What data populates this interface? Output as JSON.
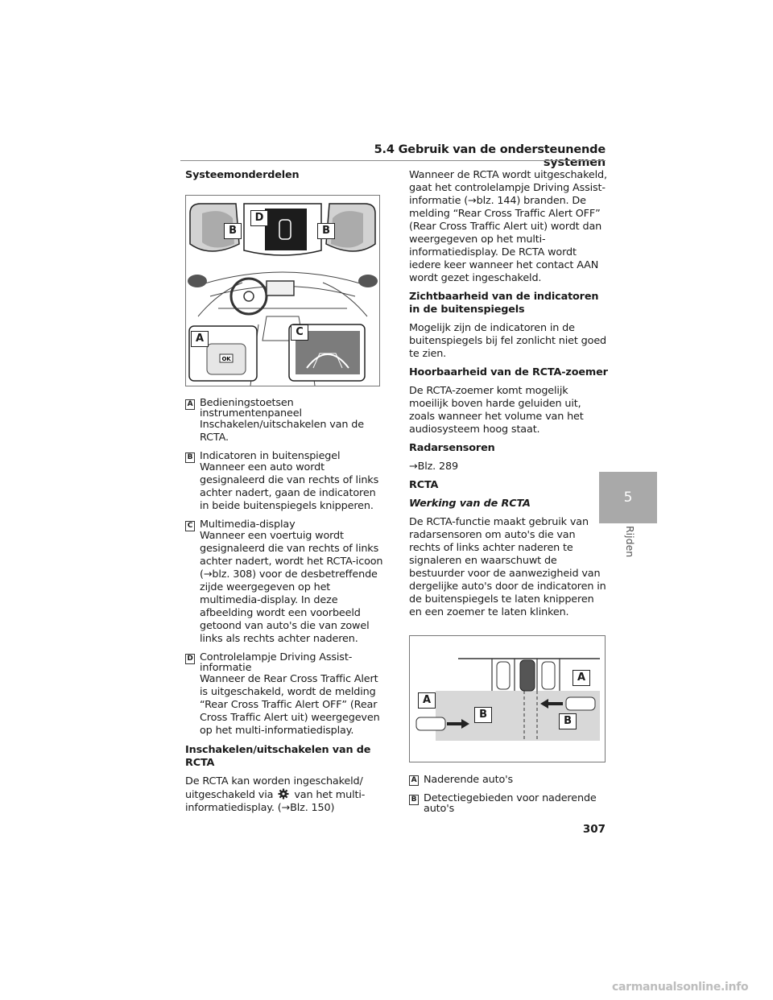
{
  "header": {
    "title": "5.4  Gebruik van de ondersteunende systemen"
  },
  "left": {
    "heading1": "Systeemonderdelen",
    "figure1": {
      "labels": [
        "A",
        "B",
        "B",
        "C",
        "D"
      ]
    },
    "items": [
      {
        "key": "A",
        "title": "Bedieningstoetsen instrumentenpaneel",
        "body": "Inschakelen/uitschakelen van de RCTA."
      },
      {
        "key": "B",
        "title": "Indicatoren in buitenspiegel",
        "body": "Wanneer een auto wordt gesignaleerd die van rechts of links achter nadert, gaan de indicatoren in beide buitenspiegels knipperen."
      },
      {
        "key": "C",
        "title": "Multimedia-display",
        "body": "Wanneer een voertuig wordt gesignaleerd die van rechts of links achter nadert, wordt het RCTA-icoon (→blz. 308) voor de desbetreffende zijde weergegeven op het multimedia-display. In deze afbeelding wordt een voorbeeld getoond van auto's die van zowel links als rechts achter naderen."
      },
      {
        "key": "D",
        "title": "Controlelampje Driving Assist-informatie",
        "body": "Wanneer de Rear Cross Traffic Alert is uitgeschakeld, wordt de melding “Rear Cross Traffic Alert OFF” (Rear Cross Traffic Alert uit) weergegeven op het multi-informatiedisplay."
      }
    ],
    "heading2": "Inschakelen/uitschakelen van de RCTA",
    "para_before": "De RCTA kan worden ingeschakeld/ uitgeschakeld via",
    "para_after": "van het multi-informatiedisplay. (→Blz. 150)"
  },
  "right": {
    "p1": "Wanneer de RCTA wordt uitgeschakeld, gaat het controlelampje Driving Assist-informatie (→blz. 144) branden. De melding “Rear Cross Traffic Alert OFF” (Rear Cross Traffic Alert uit) wordt dan weergegeven op het multi-informatiedisplay. De RCTA wordt iedere keer wanneer het contact AAN wordt gezet ingeschakeld.",
    "h1": "Zichtbaarheid van de indicatoren in de buitenspiegels",
    "p2": "Mogelijk zijn de indicatoren in de buitenspiegels bij fel zonlicht niet goed te zien.",
    "h2": "Hoorbaarheid van de RCTA-zoemer",
    "p3": "De RCTA-zoemer komt mogelijk moeilijk boven harde geluiden uit, zoals wanneer het volume van het audiosysteem hoog staat.",
    "h3": "Radarsensoren",
    "p4": "→Blz. 289",
    "h4": "RCTA",
    "h5": "Werking van de RCTA",
    "p5": "De RCTA-functie maakt gebruik van radarsensoren om auto's die van rechts of links achter naderen te signaleren en waarschuwt de bestuurder voor de aanwezigheid van dergelijke auto's door de indicatoren in de buitenspiegels te laten knipperen en een zoemer te laten klinken.",
    "figure2": {
      "labels": [
        "A",
        "A",
        "B",
        "B"
      ]
    },
    "items": [
      {
        "key": "A",
        "title": "Naderende auto's"
      },
      {
        "key": "B",
        "title": "Detectiegebieden voor naderende auto's"
      }
    ]
  },
  "side": {
    "chapter": "5",
    "label": "Rijden"
  },
  "page_number": "307",
  "watermark": "carmanualsonline.info"
}
